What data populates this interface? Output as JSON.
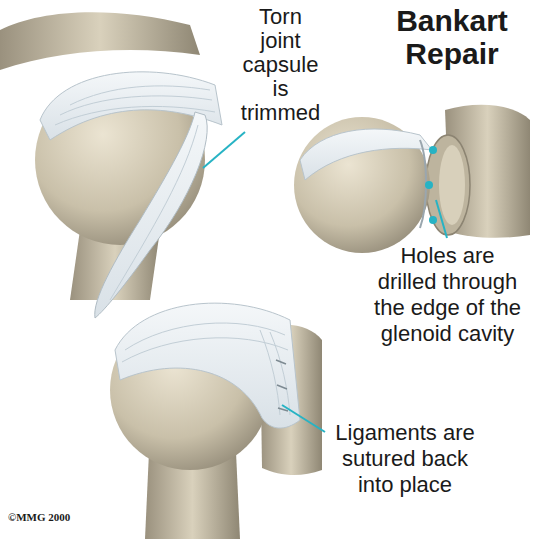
{
  "diagram": {
    "title": "Bankart Repair",
    "labels": [
      "Torn joint capsule is trimmed",
      "Holes are drilled through the edge of the glenoid cavity",
      "Ligaments are sutured back into place",
      "©MMG 2000"
    ]
  }
}
